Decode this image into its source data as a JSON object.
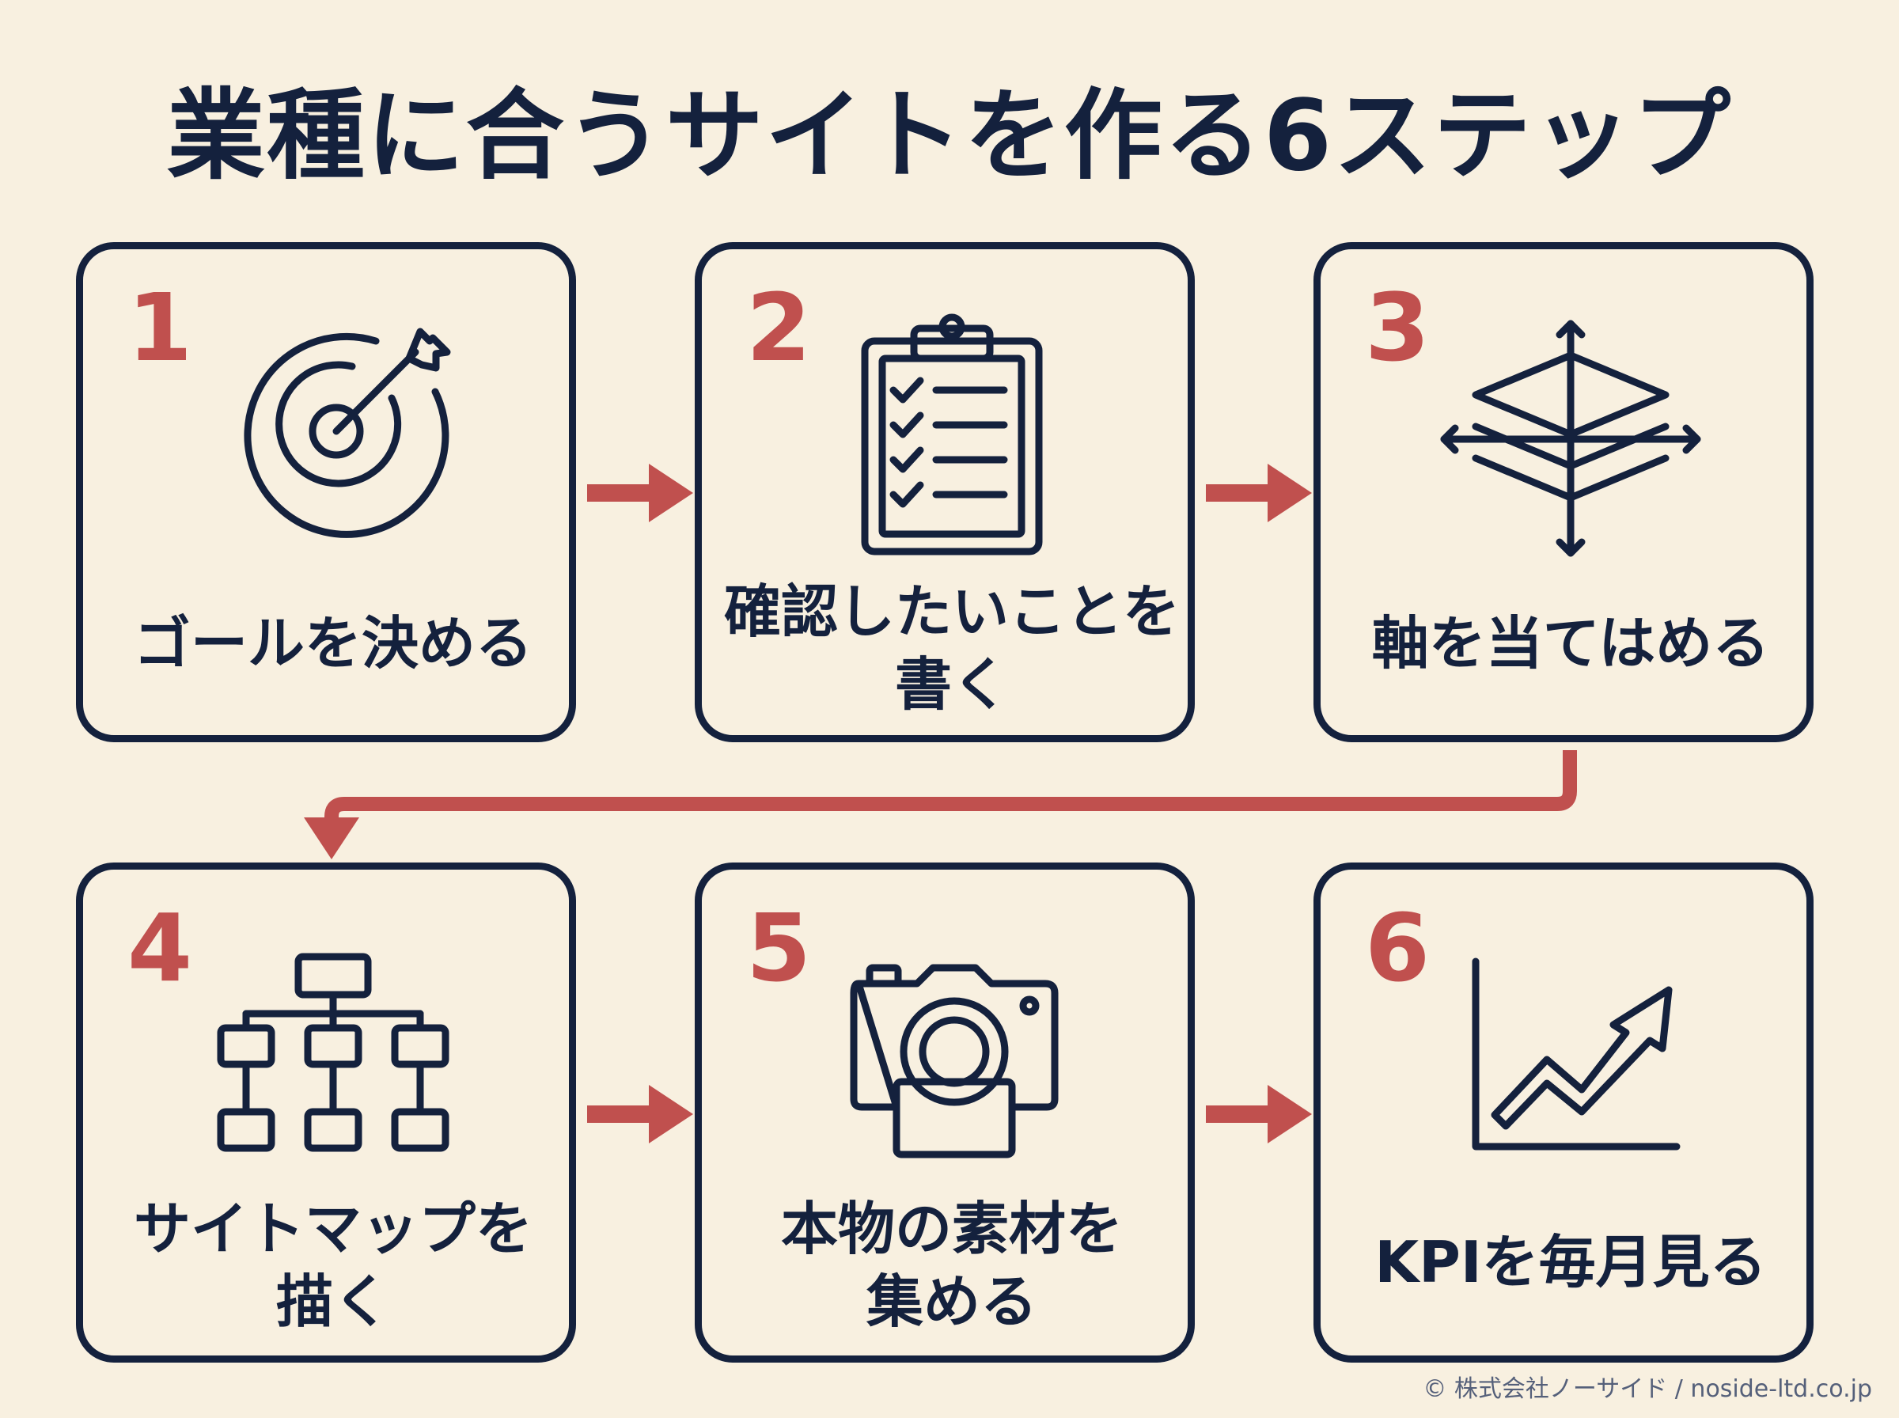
{
  "title": "業種に合うサイトを作る6ステップ",
  "steps": [
    {
      "number": "1",
      "label": "ゴールを決める",
      "icon": "target-icon"
    },
    {
      "number": "2",
      "label": "確認したいことを\n書く",
      "icon": "clipboard-checklist-icon"
    },
    {
      "number": "3",
      "label": "軸を当てはめる",
      "icon": "layered-axes-icon"
    },
    {
      "number": "4",
      "label": "サイトマップを\n描く",
      "icon": "sitemap-icon"
    },
    {
      "number": "5",
      "label": "本物の素材を\n集める",
      "icon": "camera-icon"
    },
    {
      "number": "6",
      "label": "KPIを毎月見る",
      "icon": "growth-chart-icon"
    }
  ],
  "colors": {
    "background": "#f8f0e0",
    "navy": "#14213d",
    "accent": "#c0504e"
  },
  "footer": "© 株式会社ノーサイド / noside-ltd.co.jp"
}
